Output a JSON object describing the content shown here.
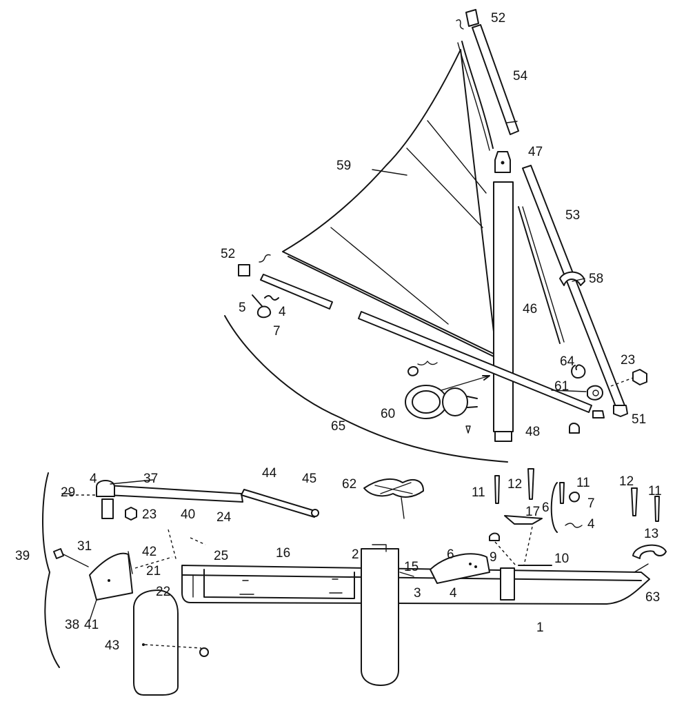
{
  "labels": {
    "l52a": "52",
    "l54": "54",
    "l47": "47",
    "l59": "59",
    "l53": "53",
    "l52b": "52",
    "l5": "5",
    "l4a": "4",
    "l7a": "7",
    "l58": "58",
    "l46": "46",
    "l64": "64",
    "l23a": "23",
    "l61": "61",
    "l51": "51",
    "l60": "60",
    "l48": "48",
    "l65": "65",
    "l4b": "4",
    "l37": "37",
    "l44": "44",
    "l45": "45",
    "l62": "62",
    "l29": "29",
    "l23b": "23",
    "l40": "40",
    "l24": "24",
    "l31": "31",
    "l42": "42",
    "l25": "25",
    "l16": "16",
    "l2": "2",
    "l15": "15",
    "l6a": "6",
    "l9": "9",
    "l10": "10",
    "l11a": "11",
    "l12a": "12",
    "l17": "17",
    "l11b": "11",
    "l6b": "6",
    "l7b": "7",
    "l4c": "4",
    "l12b": "12",
    "l11c": "11",
    "l13": "13",
    "l39": "39",
    "l21": "21",
    "l22": "22",
    "l3": "3",
    "l4d": "4",
    "l1": "1",
    "l63": "63",
    "l38": "38",
    "l41": "41",
    "l43": "43"
  },
  "colors": {
    "ink": "#141414",
    "paper": "#ffffff"
  }
}
